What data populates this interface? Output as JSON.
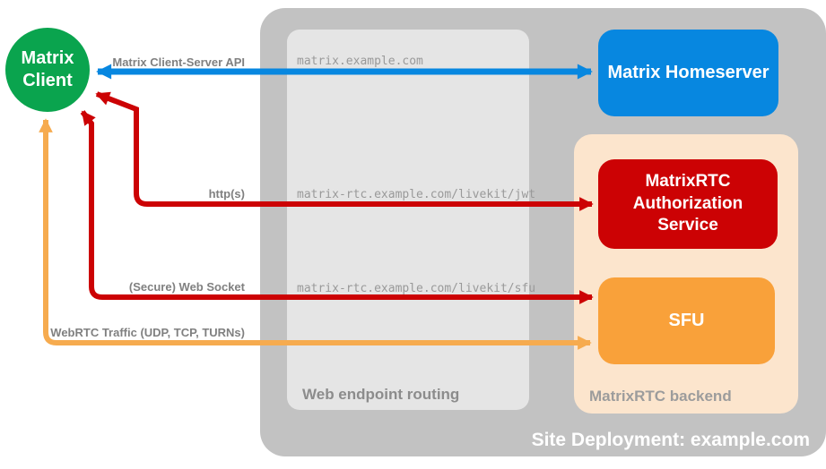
{
  "diagram_title": "Site Deployment: example.com",
  "containers": {
    "site": {
      "label": "Site Deployment: example.com",
      "bg": "#c2c2c2"
    },
    "routing": {
      "label": "Web endpoint routing",
      "bg": "#e5e5e5"
    },
    "backend": {
      "label": "MatrixRTC backend",
      "bg": "#fce5cd"
    }
  },
  "endpoints": [
    "matrix.example.com",
    "matrix-rtc.example.com/livekit/jwt",
    "matrix-rtc.example.com/livekit/sfu"
  ],
  "nodes": {
    "client": {
      "lines": [
        "Matrix",
        "Client"
      ],
      "color": "#0aa44e",
      "shape": "circle"
    },
    "homeserver": {
      "label": "Matrix Homeserver",
      "color": "#0787e0"
    },
    "auth_service": {
      "lines": [
        "MatrixRTC",
        "Authorization",
        "Service"
      ],
      "color": "#cc0204"
    },
    "sfu": {
      "label": "SFU",
      "color": "#f9a13a"
    }
  },
  "connections": [
    {
      "label": "Matrix Client-Server API",
      "color": "#0787e0",
      "from": "Matrix Client",
      "to": "Matrix Homeserver",
      "bidirectional": true
    },
    {
      "label": "http(s)",
      "color": "#cc0204",
      "from": "Matrix Client",
      "to": "MatrixRTC Authorization Service",
      "bidirectional": true
    },
    {
      "label": "(Secure) Web Socket",
      "color": "#cc0204",
      "from": "Matrix Client",
      "to": "SFU",
      "bidirectional": true
    },
    {
      "label": "WebRTC Traffic (UDP, TCP, TURNs)",
      "color": "#f6ab4f",
      "from": "Matrix Client",
      "to": "SFU",
      "bidirectional": true
    }
  ]
}
